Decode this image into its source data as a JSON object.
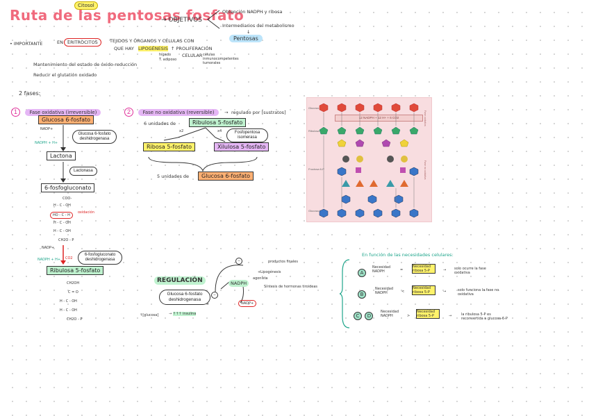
{
  "header": {
    "title": "Ruta de las pentosas fosfato",
    "badge": "Citosol",
    "objetivos": "OBJETIVOS",
    "obj1": "Obtención NADPH y ribosa",
    "obj2": "Intermediarios del metabolismo",
    "obj3": "Pentosas"
  },
  "importante": {
    "bullet": "• IMPORTANTE",
    "en": "EN",
    "eritrocitos": "ERITROCITOS",
    "tejidos": "TEJIDOS Y ÓRGANOS Y CÉLULAS CON",
    "que_hay": "QUE HAY",
    "lipogenesis": "LIPOGÉNESIS",
    "proliferacion": "↑ PROLIFERACIÓN",
    "celular": "CELULAR",
    "higado": "hígado",
    "t_adiposo": "T. adiposo",
    "cel_inm": "células inmunocompetentes tumorales",
    "mant": "Mantenimiento del estado de óxido-reducción",
    "reducir": "Reducir el glutatión oxidado"
  },
  "fases": {
    "title": "2 fases:",
    "f1_num": "1",
    "f1_label": "Fase oxidativa (irreversible)",
    "f2_num": "2",
    "f2_label": "Fase no oxidativa (reversible)",
    "f2_regulado": "regulado por [sustratos]"
  },
  "phase1": {
    "g6p": "Glucosa 6-fosfato",
    "nadp1": "NADP+",
    "nadph1": "NADPH + H+",
    "enzyme1": "Glucosa 6-fosfato deshidrogenasa",
    "lactona": "Lactona",
    "lactonasa": "Lactonasa",
    "fosfogluconato": "6-fosfogluconato",
    "coo": "COO-",
    "hcoh1": "H - C - OH",
    "hoch": "HO - C - H",
    "oxidacion": "oxidación",
    "hcoh2": "H - C - OH",
    "hcoh3": "H - C - OH",
    "ch2op": "CH2O - P",
    "nadp2": "NADP+",
    "nadph2": "NADPH + H+",
    "co2": "CO2",
    "enzyme2": "6-fosfogluconato deshidrogenasa",
    "ribulosa": "Ribulosa 5-fosfato",
    "ch2oh": "CH2OH",
    "co": "C = O",
    "hcoh4": "H - C - OH",
    "hcoh5": "H - C - OH",
    "ch2op2": "CH2O - P"
  },
  "phase2": {
    "seis": "6 unidades de",
    "ribulosa": "Ribulosa 5-fosfato",
    "x2": "x2",
    "x4": "x4",
    "isomerasa": "Fosfopentosa isomerasa",
    "ribosa": "Ribosa 5-fosfato",
    "xilulosa": "Xilulosa 5-fosfato",
    "cinco": "5 unidades de",
    "g6p": "Glucosa 6-fosfato"
  },
  "figure": {
    "legend_g6p": "Glucosa 6-P",
    "legend_rib": "Ribulosa 5-P",
    "legend_f6p": "Fructosa 6-P",
    "bar": "12 NADPH + 12 H+ + 6 CO2",
    "side1": "Fase oxidativa",
    "side2": "Fase no oxidativa"
  },
  "regulacion": {
    "title": "REGULACIÓN",
    "enzyme": "Glucosa 6-fosfato deshidrogenasa",
    "glucosa": "↑[glucosa]",
    "insulina": "↑↑↑ insulina",
    "nadph": "NADPH",
    "nadp": "NADP+",
    "productos": "productos finales",
    "lipogenesis": "Lipogénesis",
    "sintesis": "Síntesis de hormonas tiroideas",
    "minus1": "−",
    "minus2": "−",
    "plus1": "+",
    "plus2": "+",
    "agonista": "agonista"
  },
  "necesidades": {
    "header": "En función de las necesidades celulares:",
    "a": "A",
    "b": "B",
    "c": "C",
    "d": "D",
    "nec_nadph": "Necesidad NADPH",
    "nec_nadph_b": "Necesidad NADPH",
    "nec_nadph_c": "Necesidad NADPH",
    "eq": "=",
    "lt": "<",
    "gt": ">",
    "nec_ribosa": "Necesidad ribosa 5-P",
    "nec_ribosa_b": "Necesidad ribosa 5-P",
    "nec_ribosa_c": "Necesidad ribosa 5-P",
    "res_a": "solo ocurre la fase oxidativa",
    "res_b": "solo funciona la fase no oxidativa",
    "res_c": "la ribulosa 5-P es reconvertida a glucosa-6-P"
  }
}
